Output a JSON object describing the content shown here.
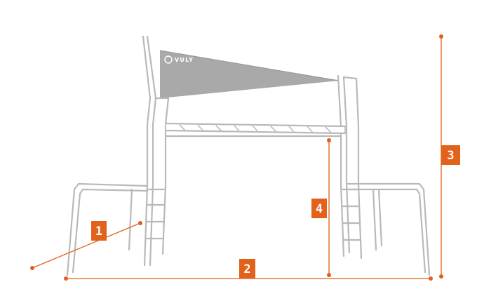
{
  "brand": {
    "logo_text": "VULY"
  },
  "colors": {
    "accent": "#e2611b",
    "frame": "#b9b9b9",
    "sail": "#a9a9a9"
  },
  "dimensions": [
    {
      "id": "1",
      "label": "1"
    },
    {
      "id": "2",
      "label": "2"
    },
    {
      "id": "3",
      "label": "3"
    },
    {
      "id": "4",
      "label": "4"
    }
  ]
}
